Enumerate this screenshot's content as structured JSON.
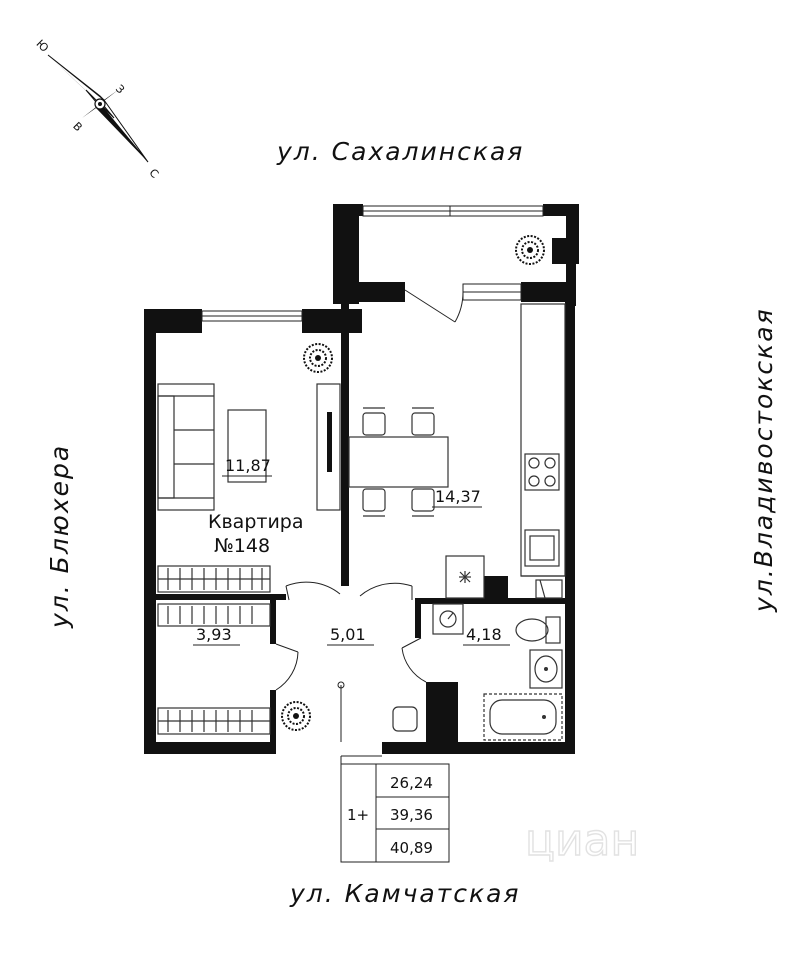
{
  "streets": {
    "top": "ул. Сахалинская",
    "right": "ул.Владивостокская",
    "left": "ул. Блюхера",
    "bottom": "ул. Камчатская"
  },
  "compass": {
    "north": "Ю",
    "east": "З",
    "west": "В",
    "south": "С"
  },
  "apartment": {
    "label": "Квартира",
    "number": "№148"
  },
  "rooms": {
    "living": "11,87",
    "kitchen": "14,37",
    "wardrobe": "3,93",
    "hall": "5,01",
    "bathroom": "4,18"
  },
  "summary": {
    "rooms": "1+",
    "living_area": "26,24",
    "area_no_balcony": "39,36",
    "total_area": "40,89"
  },
  "watermark": "циан",
  "colors": {
    "walls": "#111111",
    "lines": "#222222",
    "background": "#ffffff"
  }
}
